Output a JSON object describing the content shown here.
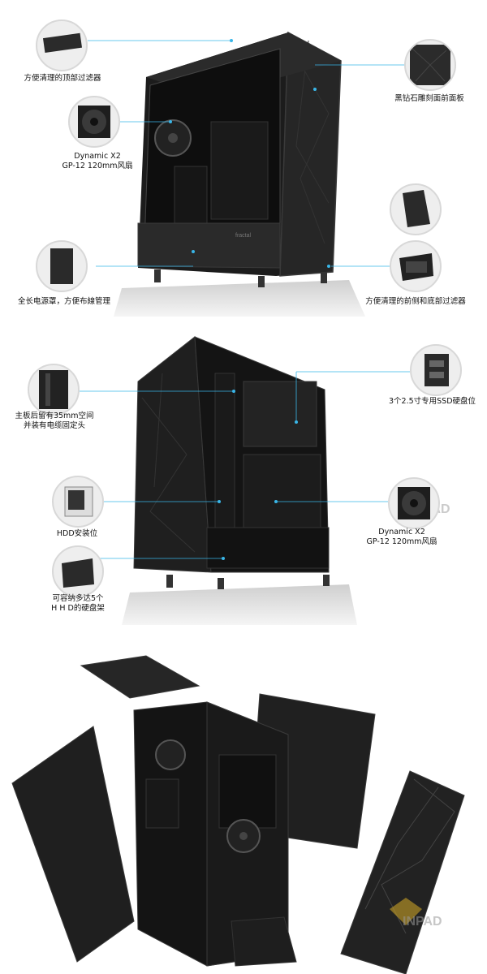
{
  "section1": {
    "labels": {
      "top_filter": "方便清理的顶部过滤器",
      "fan_line1": "Dynamic X2",
      "fan_line2": "GP-12 120mm风扇",
      "psu_shroud": "全长电源罩，方便布線管理",
      "front_panel": "黑钻石雕刻面前面板",
      "front_bottom_filter": "方便清理的前侧和底部过滤器"
    },
    "brand_mark": "fractal"
  },
  "section2": {
    "labels": {
      "mb_space_line1": "主板后留有35mm空间",
      "mb_space_line2": "并装有电缆固定头",
      "ssd": "3个2.5寸专用SSD硬盘位",
      "hdd_mount": "HDD安装位",
      "hdd_cage_line1": "可容纳多达5个",
      "hdd_cage_line2": "H H D的硬盘架",
      "fan_line1": "Dynamic X2",
      "fan_line2": "GP-12 120mm风扇"
    },
    "watermark": "INPAD"
  },
  "section3": {
    "watermark": "INPAD"
  },
  "colors": {
    "case_body": "#1a1a1a",
    "case_edge": "#3a3a3a",
    "callout_line": "#39b6e8",
    "watermark": "#c9a227"
  }
}
